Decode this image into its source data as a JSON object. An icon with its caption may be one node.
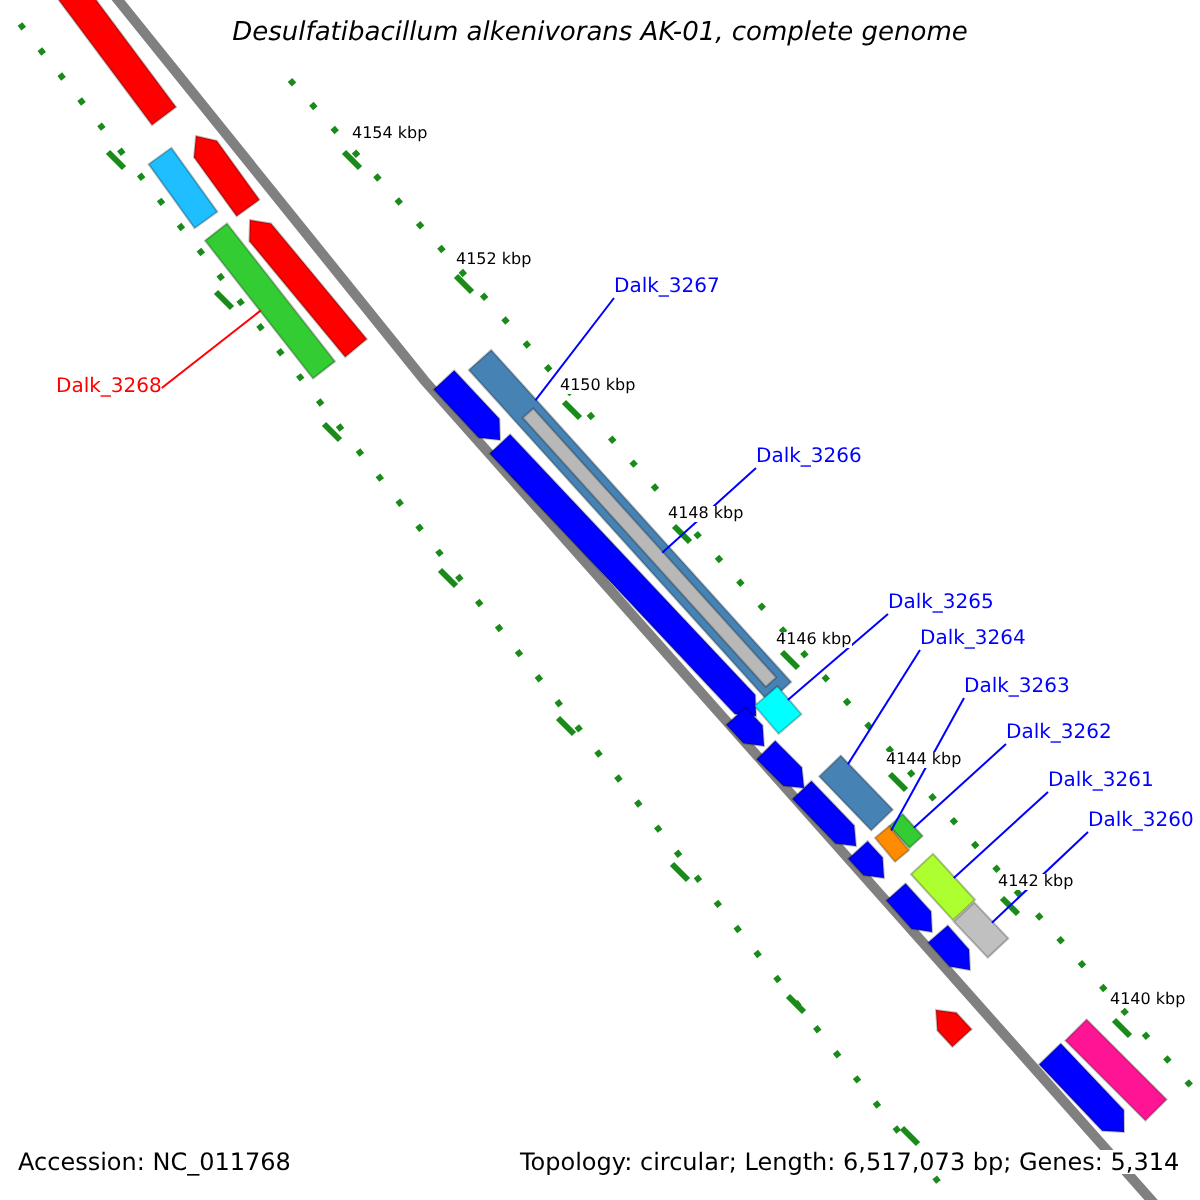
{
  "diagram": {
    "title": "Desulfatibacillum alkenivorans AK-01, complete genome",
    "nodes": [
      {
        "text": [],
        "shape": "bar"
      },
      {
        "text": [],
        "shape": "pentagon"
      },
      {
        "text": [],
        "shape": "bar"
      },
      {
        "text": [],
        "shape": "pentagon"
      },
      {
        "text": [],
        "shape": "bar"
      },
      {
        "text": [],
        "shape": "bar"
      },
      {
        "text": [],
        "shape": "pentagon"
      },
      {
        "text": [],
        "shape": "bar",
        "in": 5
      },
      {
        "text": [],
        "shape": "pentagon"
      },
      {
        "text": [],
        "shape": "bar"
      },
      {
        "text": [],
        "shape": "pentagon"
      },
      {
        "text": [],
        "shape": "pentagon"
      },
      {
        "text": [],
        "shape": "bar"
      },
      {
        "text": [],
        "shape": "pentagon"
      },
      {
        "text": [],
        "shape": "bar"
      },
      {
        "text": [],
        "shape": "bar"
      },
      {
        "text": [],
        "shape": "pentagon"
      },
      {
        "text": [],
        "shape": "bar"
      },
      {
        "text": [],
        "shape": "pentagon"
      },
      {
        "text": [],
        "shape": "bar"
      },
      {
        "text": [],
        "shape": "pentagon"
      },
      {
        "text": [],
        "shape": "pentagon"
      },
      {
        "text": [],
        "shape": "bar"
      },
      {
        "text": [],
        "shape": "pentagon"
      },
      {
        "text": [
          "Dalk_3268"
        ]
      },
      {
        "text": [
          "Dalk_3267"
        ]
      },
      {
        "text": [
          "Dalk_3266"
        ]
      },
      {
        "text": [
          "Dalk_3265"
        ]
      },
      {
        "text": [
          "Dalk_3264"
        ]
      },
      {
        "text": [
          "Dalk_3263"
        ]
      },
      {
        "text": [
          "Dalk_3262"
        ]
      },
      {
        "text": [
          "Dalk_3261"
        ]
      },
      {
        "text": [
          "Dalk_3260"
        ]
      }
    ],
    "edges": [
      {
        "from": 24,
        "to": 4,
        "arrow": "none",
        "color": "#ff0000"
      },
      {
        "from": 25,
        "to": 5,
        "arrow": "none"
      },
      {
        "from": 26,
        "to": 7,
        "arrow": "none"
      },
      {
        "from": 27,
        "to": 9,
        "arrow": "none"
      },
      {
        "from": 28,
        "to": 12,
        "arrow": "none"
      },
      {
        "from": 29,
        "to": 15,
        "arrow": "none"
      },
      {
        "from": 30,
        "to": 14,
        "arrow": "none"
      },
      {
        "from": 31,
        "to": 17,
        "arrow": "none"
      },
      {
        "from": 32,
        "to": 19,
        "arrow": "none"
      }
    ],
    "labels": [
      "4154 kbp",
      "4152 kbp",
      "4150 kbp",
      "4148 kbp",
      "4146 kbp",
      "4144 kbp",
      "4142 kbp",
      "4140 kbp",
      "Accession: NC_011768",
      "Topology: circular; Length: 6,517,073 bp; Genes: 5,314"
    ]
  }
}
